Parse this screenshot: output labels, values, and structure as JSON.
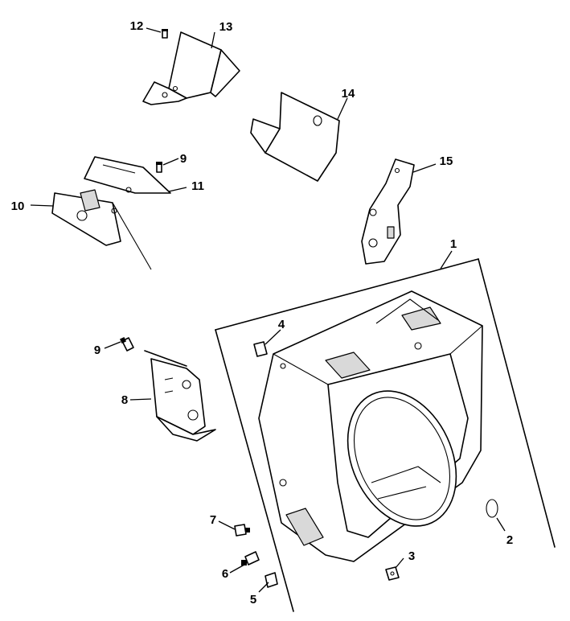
{
  "callouts": [
    {
      "id": "c1",
      "label": "1"
    },
    {
      "id": "c2",
      "label": "2"
    },
    {
      "id": "c3",
      "label": "3"
    },
    {
      "id": "c4",
      "label": "4"
    },
    {
      "id": "c5",
      "label": "5"
    },
    {
      "id": "c6",
      "label": "6"
    },
    {
      "id": "c7",
      "label": "7"
    },
    {
      "id": "c8",
      "label": "8"
    },
    {
      "id": "c9a",
      "label": "9"
    },
    {
      "id": "c9b",
      "label": "9"
    },
    {
      "id": "c10",
      "label": "10"
    },
    {
      "id": "c11",
      "label": "11"
    },
    {
      "id": "c12",
      "label": "12"
    },
    {
      "id": "c13",
      "label": "13"
    },
    {
      "id": "c14",
      "label": "14"
    },
    {
      "id": "c15",
      "label": "15"
    }
  ]
}
